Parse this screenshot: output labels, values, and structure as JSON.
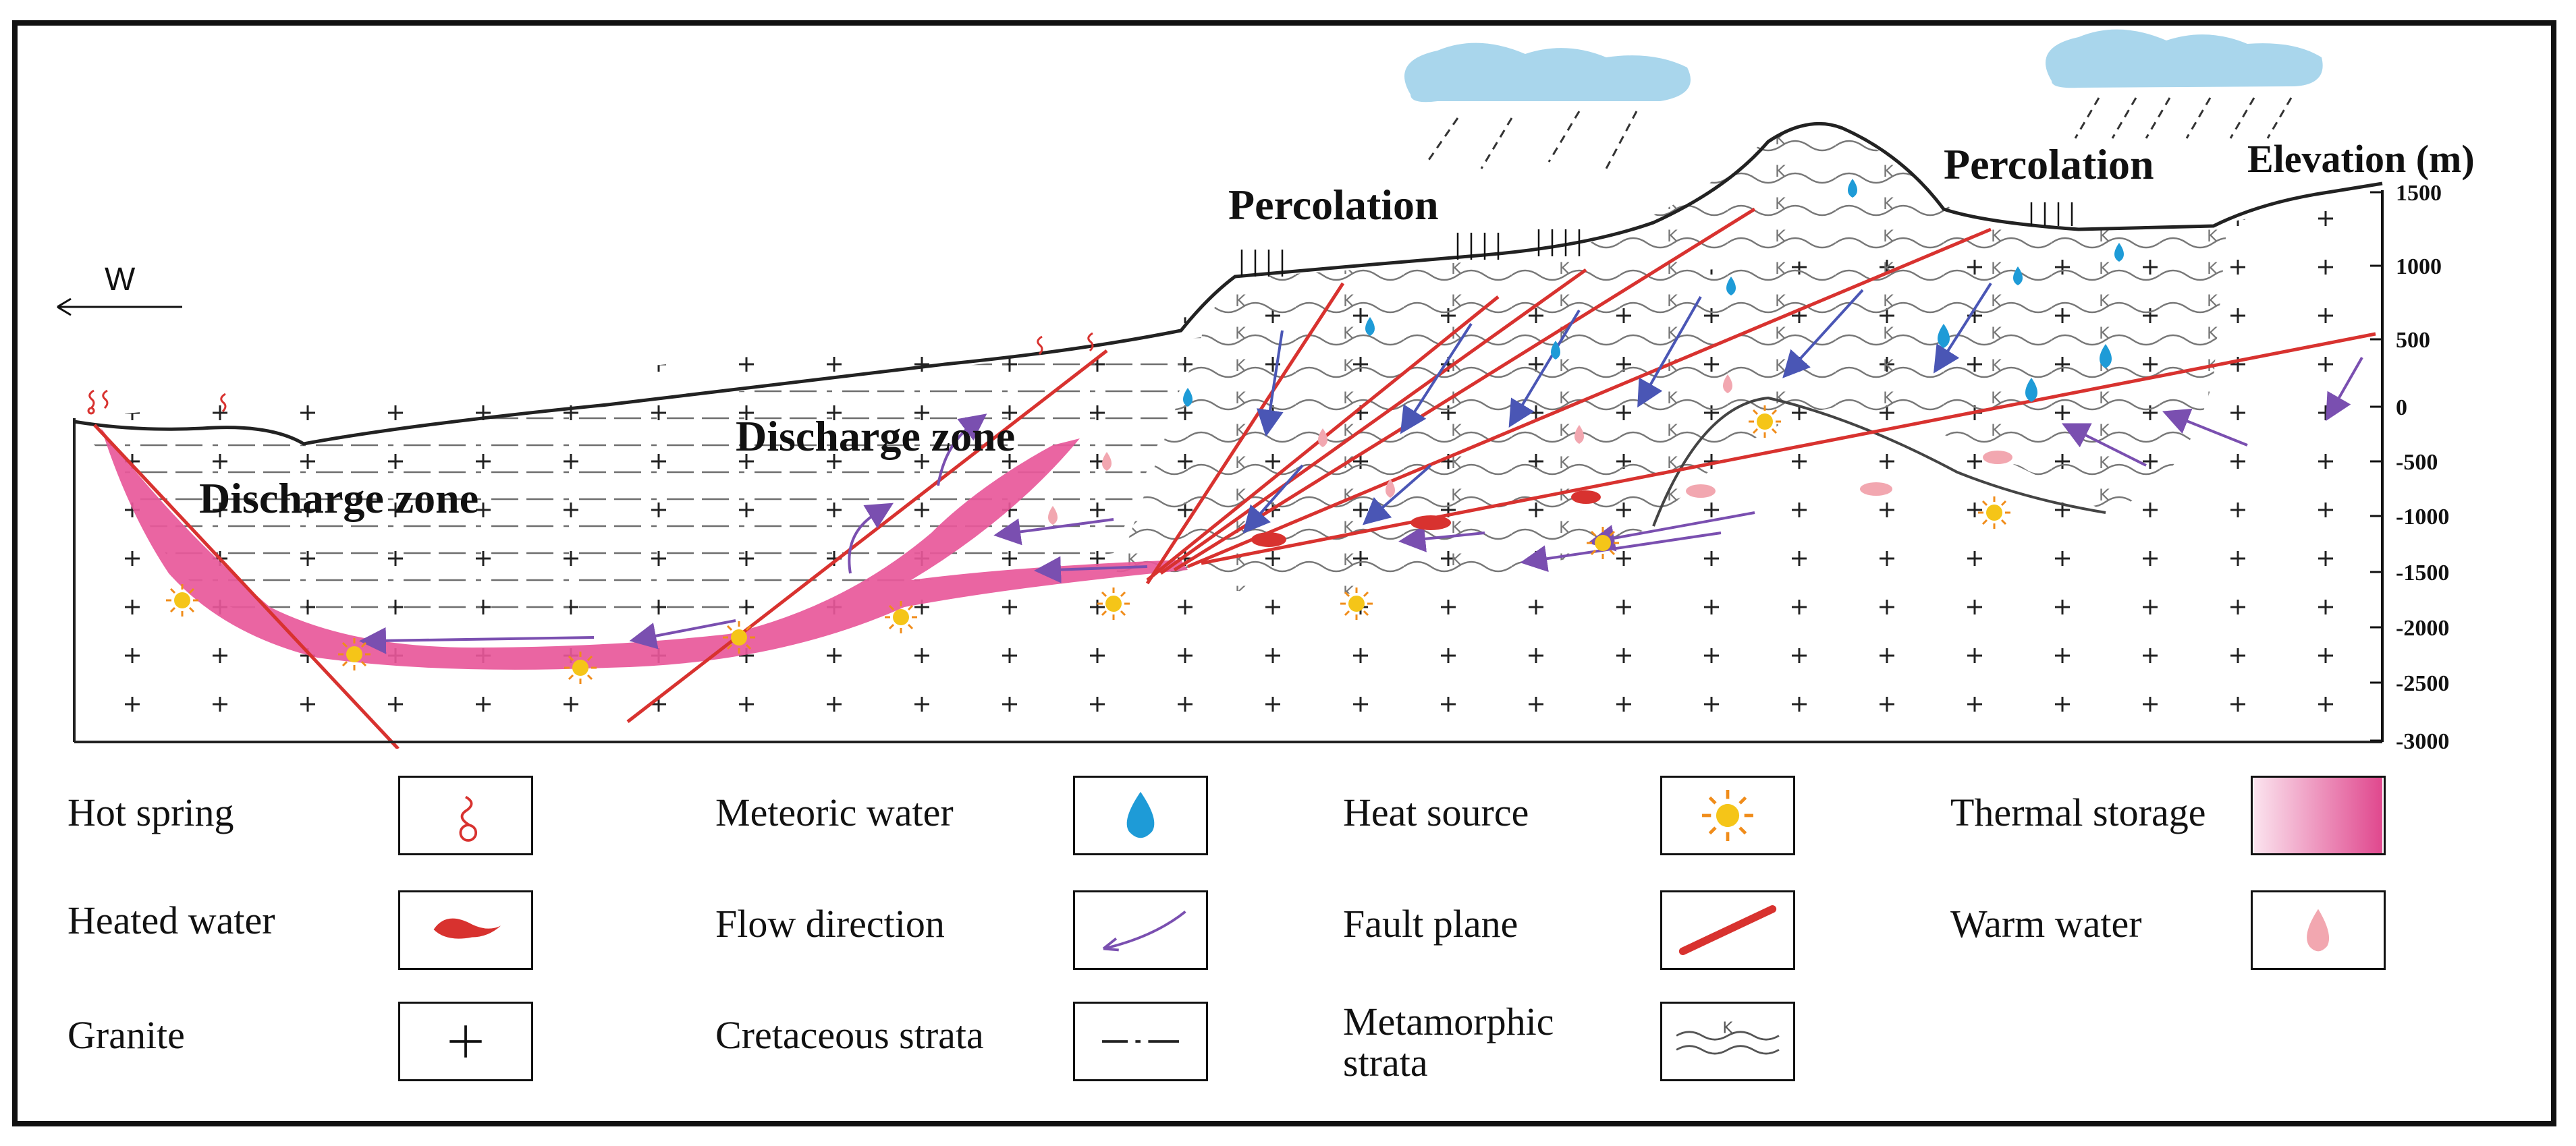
{
  "diagram": {
    "direction_label": "W",
    "percolation_labels": [
      "Percolation",
      "Percolation"
    ],
    "discharge_labels": [
      "Discharge zone",
      "Discharge zone"
    ],
    "elevation_axis": {
      "title": "Elevation (m)",
      "ticks": [
        "1500",
        "1000",
        "500",
        "0",
        "-500",
        "-1000",
        "-1500",
        "-2000",
        "-2500",
        "-3000"
      ]
    }
  },
  "legend": {
    "hot_spring": "Hot spring",
    "meteoric_water": "Meteoric water",
    "heat_source": "Heat source",
    "thermal_storage": "Thermal storage",
    "heated_water": "Heated water",
    "flow_direction": "Flow direction",
    "fault_plane": "Fault plane",
    "warm_water": "Warm water",
    "granite": "Granite",
    "cretaceous_strata": "Cretaceous strata",
    "metamorphic_strata": "Metamorphic strata"
  },
  "colors": {
    "fault": "#d8322f",
    "thermal": "#e8589a",
    "meteoric": "#1e9bd7",
    "flow": "#7a4fb0",
    "flow_blue": "#4a56b5",
    "warm": "#f2a7b0",
    "heat": "#f5a623",
    "cloud": "#a9d6ec"
  }
}
